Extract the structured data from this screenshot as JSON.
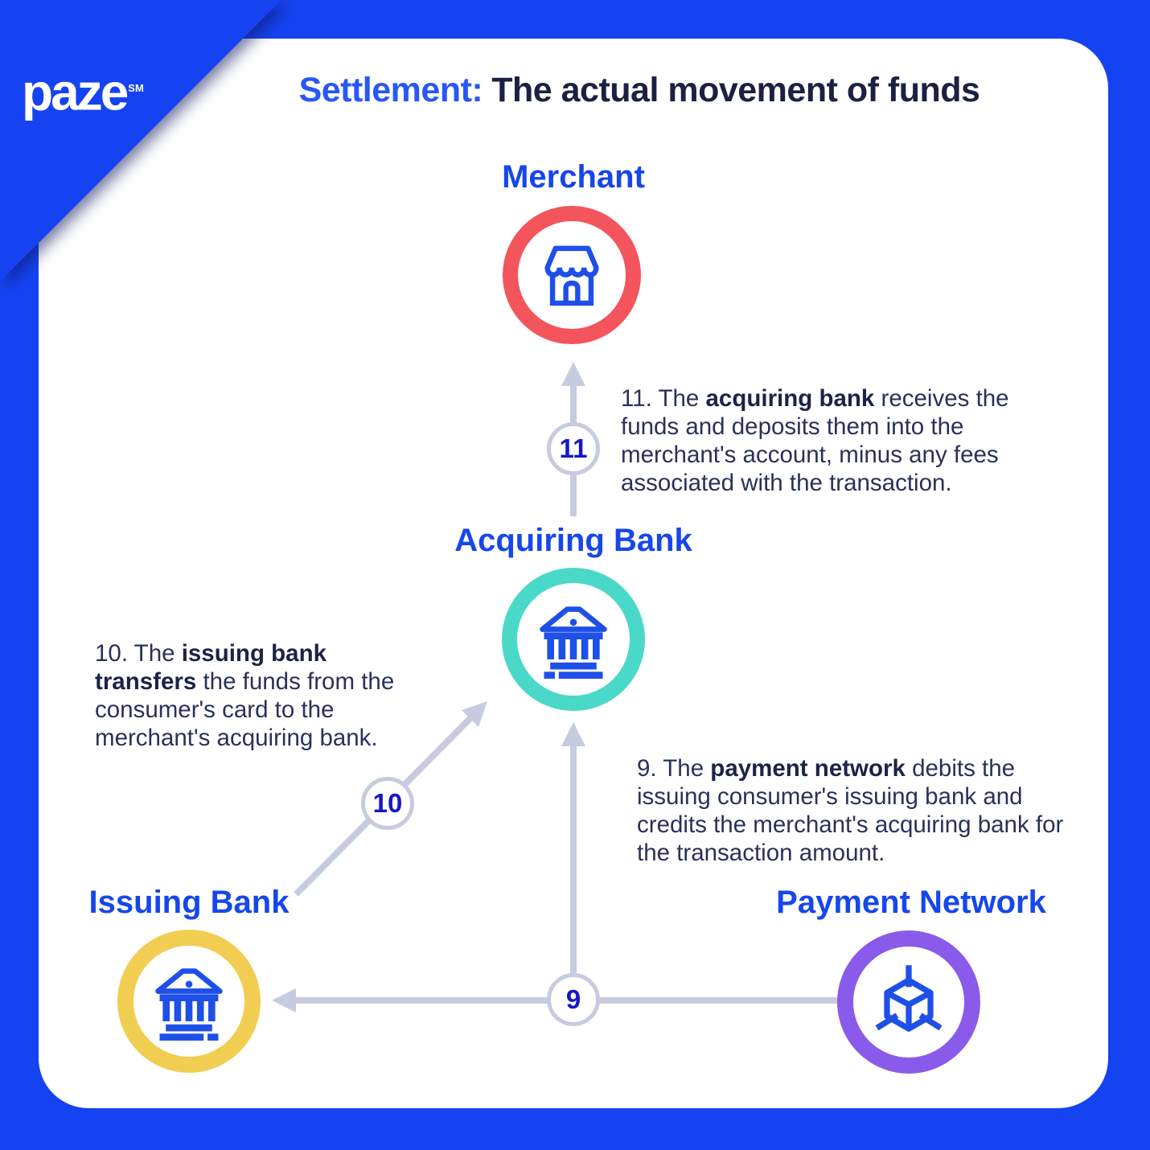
{
  "brand": {
    "logo_text": "paze",
    "logo_mark": "SM"
  },
  "title": {
    "highlight": "Settlement:",
    "rest": "The actual movement of funds"
  },
  "colors": {
    "frame_blue": "#1543F1",
    "title_navy": "#1B2142",
    "title_blue": "#2857F7",
    "node_label_blue": "#1646EC",
    "icon_blue": "#1E4FE8",
    "merchant_ring": "#F4545C",
    "acquiring_ring": "#4AD9C8",
    "issuing_ring": "#F1CE52",
    "network_ring": "#8A5BEA",
    "arrow_gray": "#C7CBDF",
    "badge_number_blue": "#1518C7",
    "body_navy": "#29315A"
  },
  "nodes": [
    {
      "id": "merchant",
      "label": "Merchant",
      "ring_color": "#F4545C",
      "icon": "store-icon"
    },
    {
      "id": "acquiring-bank",
      "label": "Acquiring Bank",
      "ring_color": "#4AD9C8",
      "icon": "bank-icon"
    },
    {
      "id": "issuing-bank",
      "label": "Issuing Bank",
      "ring_color": "#F1CE52",
      "icon": "bank-icon"
    },
    {
      "id": "payment-network",
      "label": "Payment Network",
      "ring_color": "#8A5BEA",
      "icon": "cube-icon"
    }
  ],
  "steps": [
    {
      "number": "9",
      "segments": [
        {
          "t": "9. The ",
          "b": false
        },
        {
          "t": "payment network",
          "b": true
        },
        {
          "t": " debits the issuing consumer's issuing bank and credits the merchant's acquiring bank for the transaction amount.",
          "b": false
        }
      ]
    },
    {
      "number": "10",
      "segments": [
        {
          "t": "10. The ",
          "b": false
        },
        {
          "t": "issuing bank transfers",
          "b": true
        },
        {
          "t": " the funds from the consumer's card to the merchant's acquiring bank.",
          "b": false
        }
      ]
    },
    {
      "number": "11",
      "segments": [
        {
          "t": "11. The ",
          "b": false
        },
        {
          "t": "acquiring bank",
          "b": true
        },
        {
          "t": " receives the funds and deposits them into the merchant's account, minus any fees associated with the transaction.",
          "b": false
        }
      ]
    }
  ]
}
